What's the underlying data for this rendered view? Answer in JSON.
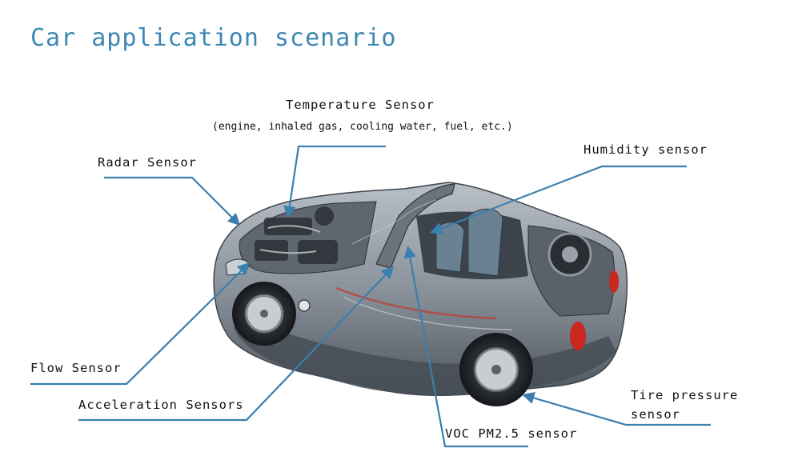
{
  "title": "Car application scenario",
  "labels": {
    "temperature": "Temperature Sensor",
    "temperature_detail": "(engine, inhaled gas, cooling water, fuel, etc.)",
    "radar": "Radar Sensor",
    "humidity": "Humidity sensor",
    "flow": "Flow Sensor",
    "acceleration": "Acceleration Sensors",
    "tire_line1": "Tire pressure",
    "tire_line2": "sensor",
    "voc": "VOC PM2.5 sensor"
  },
  "colors": {
    "title": "#3c87b3",
    "leader": "#3a7fae",
    "car_body": "#8d959e",
    "car_dark": "#3b4148"
  }
}
